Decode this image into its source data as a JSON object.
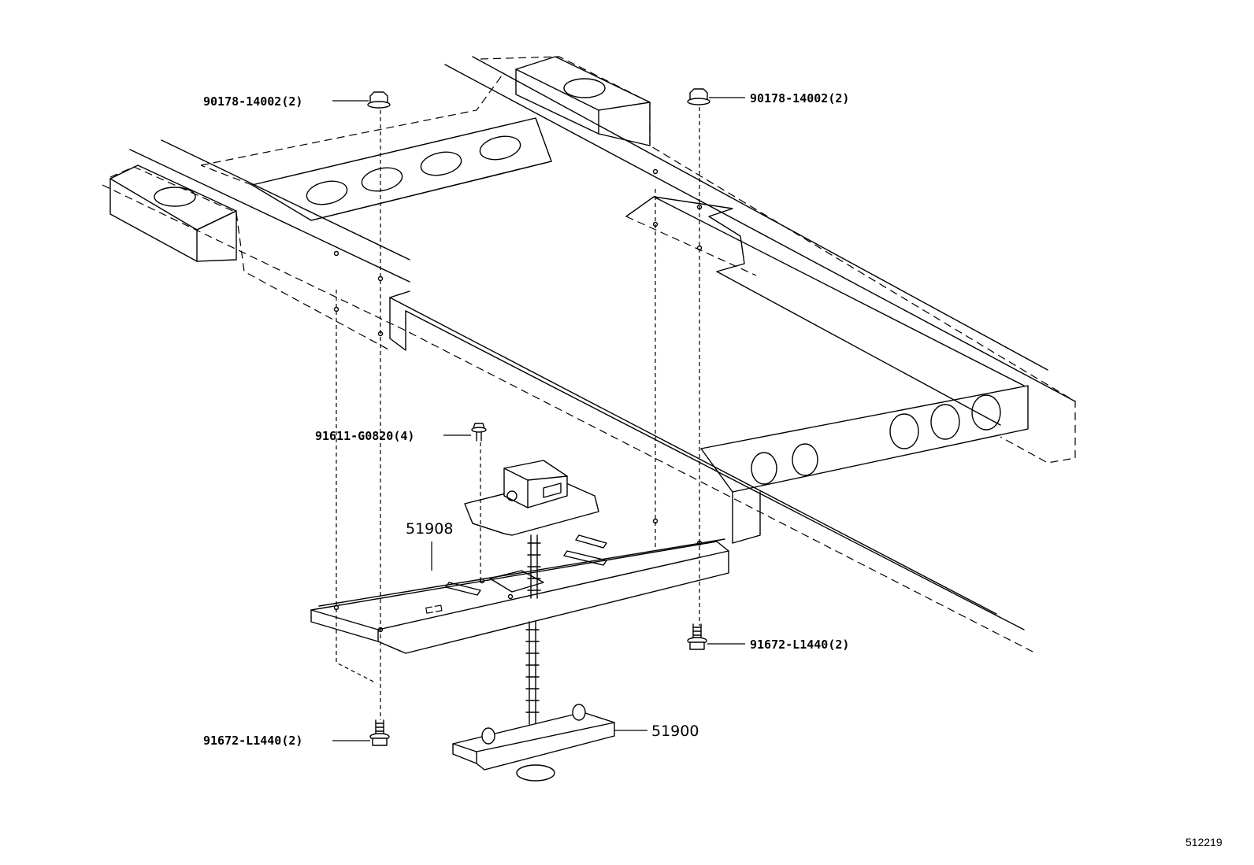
{
  "callouts": {
    "bolt_top_left": "90178-14002(2)",
    "bolt_top_right": "90178-14002(2)",
    "bolt_small": "91611-G0820(4)",
    "bracket": "51908",
    "bolt_bottom_right": "91672-L1440(2)",
    "bolt_bottom_left": "91672-L1440(2)",
    "carrier": "51900"
  },
  "figure_number": "512219"
}
